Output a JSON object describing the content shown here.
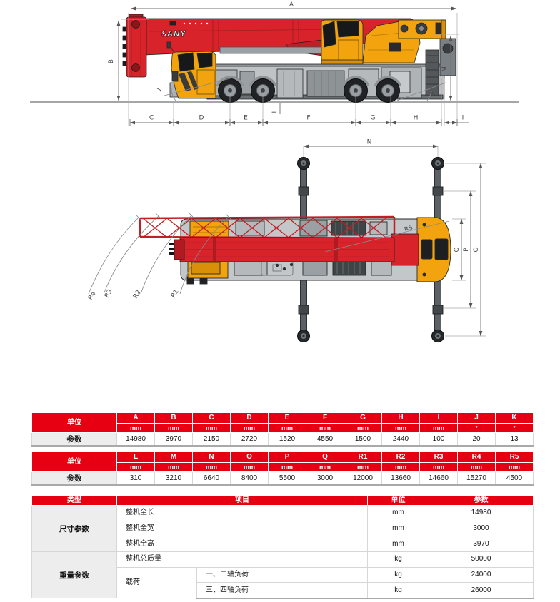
{
  "brand": {
    "name": "SANY"
  },
  "colors": {
    "brand_red": "#e60012",
    "boom_red": "#d8232a",
    "cab_yellow": "#f2a30e",
    "chassis_gray": "#bfc3c6"
  },
  "dims": {
    "A": "A",
    "B": "B",
    "C": "C",
    "D": "D",
    "E": "E",
    "F": "F",
    "G": "G",
    "H": "H",
    "I": "I",
    "J": "J",
    "K": "K",
    "L": "L",
    "M": "M",
    "N": "N",
    "O": "O",
    "P": "P",
    "Q": "Q",
    "R1": "R1",
    "R2": "R2",
    "R3": "R3",
    "R4": "R4",
    "R5": "R5"
  },
  "table_dims1": {
    "corner_label": "单位",
    "row_label": "参数",
    "columns": [
      {
        "name": "A",
        "unit": "mm",
        "value": "14980"
      },
      {
        "name": "B",
        "unit": "mm",
        "value": "3970"
      },
      {
        "name": "C",
        "unit": "mm",
        "value": "2150"
      },
      {
        "name": "D",
        "unit": "mm",
        "value": "2720"
      },
      {
        "name": "E",
        "unit": "mm",
        "value": "1520"
      },
      {
        "name": "F",
        "unit": "mm",
        "value": "4550"
      },
      {
        "name": "G",
        "unit": "mm",
        "value": "1500"
      },
      {
        "name": "H",
        "unit": "mm",
        "value": "2440"
      },
      {
        "name": "I",
        "unit": "mm",
        "value": "100"
      },
      {
        "name": "J",
        "unit": "°",
        "value": "20"
      },
      {
        "name": "K",
        "unit": "°",
        "value": "13"
      }
    ]
  },
  "table_dims2": {
    "corner_label": "单位",
    "row_label": "参数",
    "columns": [
      {
        "name": "L",
        "unit": "mm",
        "value": "310"
      },
      {
        "name": "M",
        "unit": "mm",
        "value": "3210"
      },
      {
        "name": "N",
        "unit": "mm",
        "value": "6640"
      },
      {
        "name": "O",
        "unit": "mm",
        "value": "8400"
      },
      {
        "name": "P",
        "unit": "mm",
        "value": "5500"
      },
      {
        "name": "Q",
        "unit": "mm",
        "value": "3000"
      },
      {
        "name": "R1",
        "unit": "mm",
        "value": "12000"
      },
      {
        "name": "R2",
        "unit": "mm",
        "value": "13660"
      },
      {
        "name": "R3",
        "unit": "mm",
        "value": "14660"
      },
      {
        "name": "R4",
        "unit": "mm",
        "value": "15270"
      },
      {
        "name": "R5",
        "unit": "mm",
        "value": "4500"
      }
    ]
  },
  "table_specs": {
    "header_type": "类型",
    "header_item": "项目",
    "header_unit": "单位",
    "header_value": "参数",
    "size_group": "尺寸参数",
    "weight_group": "重量参数",
    "load_label": "载荷",
    "rows": [
      {
        "item": "整机全长",
        "unit": "mm",
        "value": "14980"
      },
      {
        "item": "整机全宽",
        "unit": "mm",
        "value": "3000"
      },
      {
        "item": "整机全高",
        "unit": "mm",
        "value": "3970"
      },
      {
        "item": "整机总质量",
        "unit": "kg",
        "value": "50000"
      },
      {
        "item": "一、二轴负荷",
        "unit": "kg",
        "value": "24000"
      },
      {
        "item": "三、四轴负荷",
        "unit": "kg",
        "value": "26000"
      }
    ]
  }
}
